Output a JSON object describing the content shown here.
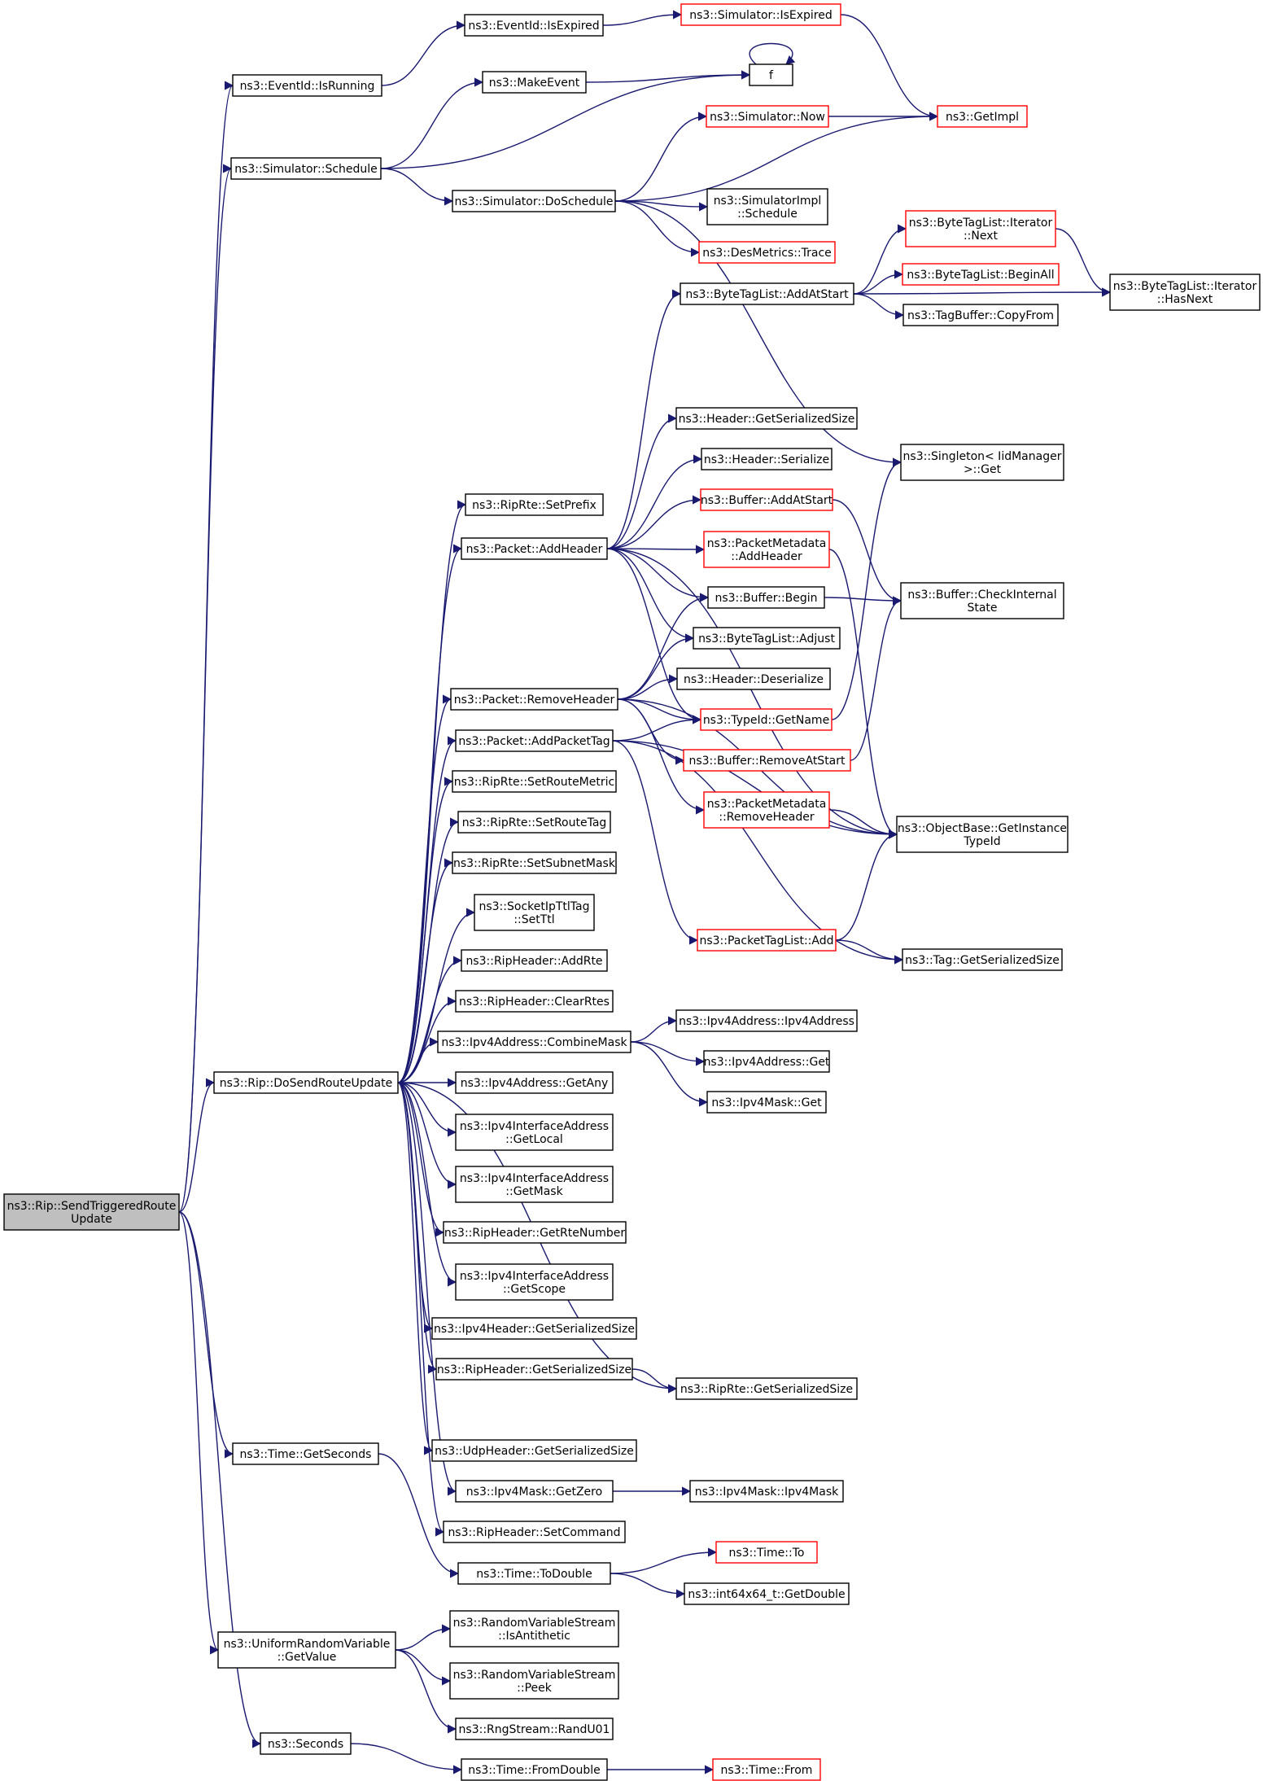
{
  "colors": {
    "edge": "#191970",
    "node_border": "#000000",
    "incomplete_border": "#ff0000",
    "root_fill": "#bfbfbf",
    "node_fill": "#ffffff"
  },
  "nodes": {
    "root": {
      "lines": [
        "ns3::Rip::SendTriggeredRoute",
        "Update"
      ],
      "root": true
    },
    "eventid_isrunning": {
      "lines": [
        "ns3::EventId::IsRunning"
      ]
    },
    "sim_schedule": {
      "lines": [
        "ns3::Simulator::Schedule"
      ]
    },
    "rip_dosend": {
      "lines": [
        "ns3::Rip::DoSendRouteUpdate"
      ]
    },
    "time_getseconds": {
      "lines": [
        "ns3::Time::GetSeconds"
      ]
    },
    "urv_getvalue": {
      "lines": [
        "ns3::UniformRandomVariable",
        "::GetValue"
      ]
    },
    "seconds": {
      "lines": [
        "ns3::Seconds"
      ]
    },
    "eventid_isexpired": {
      "lines": [
        "ns3::EventId::IsExpired"
      ]
    },
    "makeevent": {
      "lines": [
        "ns3::MakeEvent"
      ]
    },
    "sim_doschedule": {
      "lines": [
        "ns3::Simulator::DoSchedule"
      ]
    },
    "riprte_setprefix": {
      "lines": [
        "ns3::RipRte::SetPrefix"
      ]
    },
    "packet_addheader": {
      "lines": [
        "ns3::Packet::AddHeader"
      ]
    },
    "packet_removeheader": {
      "lines": [
        "ns3::Packet::RemoveHeader"
      ]
    },
    "packet_addpackettag": {
      "lines": [
        "ns3::Packet::AddPacketTag"
      ]
    },
    "riprte_setroutemetric": {
      "lines": [
        "ns3::RipRte::SetRouteMetric"
      ]
    },
    "riprte_setroutetag": {
      "lines": [
        "ns3::RipRte::SetRouteTag"
      ]
    },
    "riprte_setsubnetmask": {
      "lines": [
        "ns3::RipRte::SetSubnetMask"
      ]
    },
    "socketipttltag_setttl": {
      "lines": [
        "ns3::SocketIpTtlTag",
        "::SetTtl"
      ]
    },
    "ripheader_addrte": {
      "lines": [
        "ns3::RipHeader::AddRte"
      ]
    },
    "ripheader_clearrtes": {
      "lines": [
        "ns3::RipHeader::ClearRtes"
      ]
    },
    "ipv4addr_combinemask": {
      "lines": [
        "ns3::Ipv4Address::CombineMask"
      ]
    },
    "ipv4addr_getany": {
      "lines": [
        "ns3::Ipv4Address::GetAny"
      ]
    },
    "ipv4ia_getlocal": {
      "lines": [
        "ns3::Ipv4InterfaceAddress",
        "::GetLocal"
      ]
    },
    "ipv4ia_getmask": {
      "lines": [
        "ns3::Ipv4InterfaceAddress",
        "::GetMask"
      ]
    },
    "ripheader_getrtenumber": {
      "lines": [
        "ns3::RipHeader::GetRteNumber"
      ]
    },
    "ipv4ia_getscope": {
      "lines": [
        "ns3::Ipv4InterfaceAddress",
        "::GetScope"
      ]
    },
    "ipv4header_getss": {
      "lines": [
        "ns3::Ipv4Header::GetSerializedSize"
      ]
    },
    "ripheader_getss": {
      "lines": [
        "ns3::RipHeader::GetSerializedSize"
      ]
    },
    "udpheader_getss": {
      "lines": [
        "ns3::UdpHeader::GetSerializedSize"
      ]
    },
    "ipv4mask_getzero": {
      "lines": [
        "ns3::Ipv4Mask::GetZero"
      ]
    },
    "ripheader_setcommand": {
      "lines": [
        "ns3::RipHeader::SetCommand"
      ]
    },
    "time_todouble": {
      "lines": [
        "ns3::Time::ToDouble"
      ]
    },
    "rvs_isantithetic": {
      "lines": [
        "ns3::RandomVariableStream",
        "::IsAntithetic"
      ]
    },
    "rvs_peek": {
      "lines": [
        "ns3::RandomVariableStream",
        "::Peek"
      ]
    },
    "rngstream_randu01": {
      "lines": [
        "ns3::RngStream::RandU01"
      ]
    },
    "time_fromdouble": {
      "lines": [
        "ns3::Time::FromDouble"
      ]
    },
    "sim_isexpired": {
      "lines": [
        "ns3::Simulator::IsExpired"
      ],
      "incomplete": true
    },
    "f": {
      "lines": [
        "f"
      ]
    },
    "sim_now": {
      "lines": [
        "ns3::Simulator::Now"
      ],
      "incomplete": true
    },
    "simimpl_schedule": {
      "lines": [
        "ns3::SimulatorImpl",
        "::Schedule"
      ]
    },
    "desmetrics_trace": {
      "lines": [
        "ns3::DesMetrics::Trace"
      ],
      "incomplete": true
    },
    "btl_addatstart": {
      "lines": [
        "ns3::ByteTagList::AddAtStart"
      ]
    },
    "header_getss": {
      "lines": [
        "ns3::Header::GetSerializedSize"
      ]
    },
    "header_serialize": {
      "lines": [
        "ns3::Header::Serialize"
      ]
    },
    "buffer_addatstart": {
      "lines": [
        "ns3::Buffer::AddAtStart"
      ],
      "incomplete": true
    },
    "pm_addheader": {
      "lines": [
        "ns3::PacketMetadata",
        "::AddHeader"
      ],
      "incomplete": true
    },
    "buffer_begin": {
      "lines": [
        "ns3::Buffer::Begin"
      ]
    },
    "btl_adjust": {
      "lines": [
        "ns3::ByteTagList::Adjust"
      ]
    },
    "header_deserialize": {
      "lines": [
        "ns3::Header::Deserialize"
      ]
    },
    "typeid_getname": {
      "lines": [
        "ns3::TypeId::GetName"
      ],
      "incomplete": true
    },
    "buffer_removeatstart": {
      "lines": [
        "ns3::Buffer::RemoveAtStart"
      ],
      "incomplete": true
    },
    "pm_removeheader": {
      "lines": [
        "ns3::PacketMetadata",
        "::RemoveHeader"
      ],
      "incomplete": true
    },
    "ptl_add": {
      "lines": [
        "ns3::PacketTagList::Add"
      ],
      "incomplete": true
    },
    "ipv4addr_ipv4address": {
      "lines": [
        "ns3::Ipv4Address::Ipv4Address"
      ]
    },
    "ipv4addr_get": {
      "lines": [
        "ns3::Ipv4Address::Get"
      ]
    },
    "ipv4mask_get": {
      "lines": [
        "ns3::Ipv4Mask::Get"
      ]
    },
    "riprte_getss": {
      "lines": [
        "ns3::RipRte::GetSerializedSize"
      ]
    },
    "ipv4mask_ipv4mask": {
      "lines": [
        "ns3::Ipv4Mask::Ipv4Mask"
      ]
    },
    "time_to": {
      "lines": [
        "ns3::Time::To"
      ],
      "incomplete": true
    },
    "int64_getdouble": {
      "lines": [
        "ns3::int64x64_t::GetDouble"
      ]
    },
    "time_from": {
      "lines": [
        "ns3::Time::From"
      ],
      "incomplete": true
    },
    "getimpl": {
      "lines": [
        "ns3::GetImpl"
      ],
      "incomplete": true
    },
    "btli_next": {
      "lines": [
        "ns3::ByteTagList::Iterator",
        "::Next"
      ],
      "incomplete": true
    },
    "btl_beginall": {
      "lines": [
        "ns3::ByteTagList::BeginAll"
      ],
      "incomplete": true
    },
    "tagbuffer_copyfrom": {
      "lines": [
        "ns3::TagBuffer::CopyFrom"
      ]
    },
    "singleton_get": {
      "lines": [
        "ns3::Singleton< IidManager",
        " >::Get"
      ]
    },
    "buffer_checkinternalstate": {
      "lines": [
        "ns3::Buffer::CheckInternal",
        "State"
      ]
    },
    "objectbase_getinstancetypeid": {
      "lines": [
        "ns3::ObjectBase::GetInstance",
        "TypeId"
      ]
    },
    "tag_getss": {
      "lines": [
        "ns3::Tag::GetSerializedSize"
      ]
    },
    "btli_hasnext": {
      "lines": [
        "ns3::ByteTagList::Iterator",
        "::HasNext"
      ]
    }
  },
  "edges": [
    [
      "root",
      "eventid_isrunning"
    ],
    [
      "root",
      "sim_schedule"
    ],
    [
      "root",
      "rip_dosend"
    ],
    [
      "root",
      "time_getseconds"
    ],
    [
      "root",
      "urv_getvalue"
    ],
    [
      "root",
      "seconds"
    ],
    [
      "eventid_isrunning",
      "eventid_isexpired"
    ],
    [
      "eventid_isexpired",
      "sim_isexpired"
    ],
    [
      "sim_isexpired",
      "getimpl"
    ],
    [
      "sim_schedule",
      "makeevent"
    ],
    [
      "sim_schedule",
      "f"
    ],
    [
      "sim_schedule",
      "sim_doschedule"
    ],
    [
      "makeevent",
      "f"
    ],
    [
      "f",
      "f"
    ],
    [
      "sim_doschedule",
      "sim_now"
    ],
    [
      "sim_doschedule",
      "getimpl"
    ],
    [
      "sim_doschedule",
      "simimpl_schedule"
    ],
    [
      "sim_doschedule",
      "desmetrics_trace"
    ],
    [
      "sim_doschedule",
      "singleton_get"
    ],
    [
      "sim_now",
      "getimpl"
    ],
    [
      "rip_dosend",
      "riprte_setprefix"
    ],
    [
      "rip_dosend",
      "packet_addheader"
    ],
    [
      "rip_dosend",
      "packet_removeheader"
    ],
    [
      "rip_dosend",
      "packet_addpackettag"
    ],
    [
      "rip_dosend",
      "riprte_setroutemetric"
    ],
    [
      "rip_dosend",
      "riprte_setroutetag"
    ],
    [
      "rip_dosend",
      "riprte_setsubnetmask"
    ],
    [
      "rip_dosend",
      "socketipttltag_setttl"
    ],
    [
      "rip_dosend",
      "ripheader_addrte"
    ],
    [
      "rip_dosend",
      "ripheader_clearrtes"
    ],
    [
      "rip_dosend",
      "ipv4addr_combinemask"
    ],
    [
      "rip_dosend",
      "ipv4addr_getany"
    ],
    [
      "rip_dosend",
      "ipv4ia_getlocal"
    ],
    [
      "rip_dosend",
      "ipv4ia_getmask"
    ],
    [
      "rip_dosend",
      "ripheader_getrtenumber"
    ],
    [
      "rip_dosend",
      "ipv4ia_getscope"
    ],
    [
      "rip_dosend",
      "ipv4header_getss"
    ],
    [
      "rip_dosend",
      "ripheader_getss"
    ],
    [
      "rip_dosend",
      "riprte_getss"
    ],
    [
      "rip_dosend",
      "udpheader_getss"
    ],
    [
      "rip_dosend",
      "ipv4mask_getzero"
    ],
    [
      "rip_dosend",
      "ripheader_setcommand"
    ],
    [
      "packet_addheader",
      "btl_addatstart"
    ],
    [
      "packet_addheader",
      "objectbase_getinstancetypeid"
    ],
    [
      "packet_addheader",
      "header_getss"
    ],
    [
      "packet_addheader",
      "header_serialize"
    ],
    [
      "packet_addheader",
      "buffer_addatstart"
    ],
    [
      "packet_addheader",
      "pm_addheader"
    ],
    [
      "packet_addheader",
      "buffer_begin"
    ],
    [
      "packet_addheader",
      "btl_adjust"
    ],
    [
      "packet_addheader",
      "typeid_getname"
    ],
    [
      "packet_removeheader",
      "buffer_begin"
    ],
    [
      "packet_removeheader",
      "btl_adjust"
    ],
    [
      "packet_removeheader",
      "header_deserialize"
    ],
    [
      "packet_removeheader",
      "typeid_getname"
    ],
    [
      "packet_removeheader",
      "buffer_removeatstart"
    ],
    [
      "packet_removeheader",
      "pm_removeheader"
    ],
    [
      "packet_removeheader",
      "objectbase_getinstancetypeid"
    ],
    [
      "packet_addpackettag",
      "typeid_getname"
    ],
    [
      "packet_addpackettag",
      "objectbase_getinstancetypeid"
    ],
    [
      "packet_addpackettag",
      "ptl_add"
    ],
    [
      "packet_addpackettag",
      "tag_getss"
    ],
    [
      "ipv4addr_combinemask",
      "ipv4addr_ipv4address"
    ],
    [
      "ipv4addr_combinemask",
      "ipv4addr_get"
    ],
    [
      "ipv4addr_combinemask",
      "ipv4mask_get"
    ],
    [
      "ripheader_getss",
      "riprte_getss"
    ],
    [
      "ipv4mask_getzero",
      "ipv4mask_ipv4mask"
    ],
    [
      "time_getseconds",
      "time_todouble"
    ],
    [
      "time_todouble",
      "time_to"
    ],
    [
      "time_todouble",
      "int64_getdouble"
    ],
    [
      "urv_getvalue",
      "rvs_isantithetic"
    ],
    [
      "urv_getvalue",
      "rvs_peek"
    ],
    [
      "urv_getvalue",
      "rngstream_randu01"
    ],
    [
      "seconds",
      "time_fromdouble"
    ],
    [
      "time_fromdouble",
      "time_from"
    ],
    [
      "btl_addatstart",
      "btli_next"
    ],
    [
      "btl_addatstart",
      "btl_beginall"
    ],
    [
      "btl_addatstart",
      "tagbuffer_copyfrom"
    ],
    [
      "btl_addatstart",
      "btli_hasnext"
    ],
    [
      "btli_next",
      "btli_hasnext"
    ],
    [
      "buffer_addatstart",
      "buffer_checkinternalstate"
    ],
    [
      "buffer_begin",
      "buffer_checkinternalstate"
    ],
    [
      "buffer_removeatstart",
      "buffer_checkinternalstate"
    ],
    [
      "pm_addheader",
      "objectbase_getinstancetypeid"
    ],
    [
      "pm_removeheader",
      "objectbase_getinstancetypeid"
    ],
    [
      "typeid_getname",
      "singleton_get"
    ],
    [
      "ptl_add",
      "objectbase_getinstancetypeid"
    ],
    [
      "ptl_add",
      "tag_getss"
    ]
  ]
}
